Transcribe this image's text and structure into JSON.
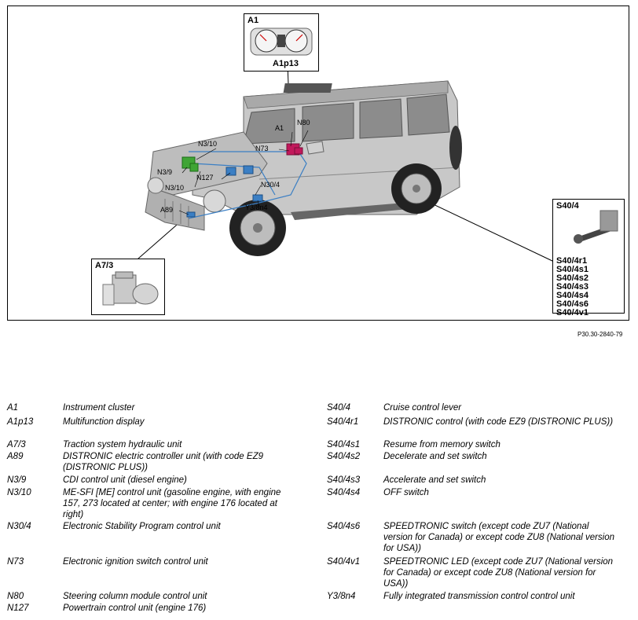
{
  "figure": {
    "reference": "P30.30-2840-79",
    "callouts": {
      "A1": "A1",
      "N80": "N80",
      "N3_10_top": "N3/10",
      "N73": "N73",
      "N3_9": "N3/9",
      "N127": "N127",
      "N3_10_bottom": "N3/10",
      "N30_4": "N30/4",
      "Y3_8n4": "Y3/8n4",
      "A89": "A89"
    },
    "inset_a1": {
      "title": "A1",
      "subtitle": "A1p13"
    },
    "inset_a7_3": {
      "title": "A7/3"
    },
    "inset_s40_4": {
      "title": "S40/4",
      "codes": [
        "S40/4r1",
        "S40/4s1",
        "S40/4s2",
        "S40/4s3",
        "S40/4s4",
        "S40/4s6",
        "S40/4v1"
      ]
    }
  },
  "legend": {
    "left": [
      {
        "code": "A1",
        "desc": "Instrument cluster"
      },
      {
        "code": "A1p13",
        "desc": "Multifunction display"
      },
      {
        "code": "A7/3",
        "desc": "Traction system hydraulic unit"
      },
      {
        "code": "A89",
        "desc": "DISTRONIC electric controller unit (with code EZ9 (DISTRONIC PLUS))"
      },
      {
        "code": "N3/9",
        "desc": "CDI control unit (diesel engine)"
      },
      {
        "code": "N3/10",
        "desc": "ME-SFI [ME] control unit (gasoline engine, with engine 157, 273 located at center; with engine 176 located at right)"
      },
      {
        "code": "N30/4",
        "desc": "Electronic Stability Program control unit"
      },
      {
        "code": "N73",
        "desc": "Electronic ignition switch control unit"
      },
      {
        "code": "N80",
        "desc": "Steering column module control unit"
      },
      {
        "code": "N127",
        "desc": "Powertrain control unit (engine 176)"
      }
    ],
    "right": [
      {
        "code": "S40/4",
        "desc": "Cruise control lever"
      },
      {
        "code": "S40/4r1",
        "desc": "DISTRONIC control (with code EZ9 (DISTRONIC PLUS))"
      },
      {
        "code": "S40/4s1",
        "desc": "Resume from memory switch"
      },
      {
        "code": "S40/4s2",
        "desc": "Decelerate and set switch"
      },
      {
        "code": "S40/4s3",
        "desc": "Accelerate and set switch"
      },
      {
        "code": "S40/4s4",
        "desc": "OFF switch"
      },
      {
        "code": "S40/4s6",
        "desc": "SPEEDTRONIC switch (except code ZU7 (National version for Canada) or except code ZU8 (National version for USA))"
      },
      {
        "code": "S40/4v1",
        "desc": "SPEEDTRONIC LED (except code ZU7 (National version for Canada) or except code ZU8 (National version for USA))"
      },
      {
        "code": "Y3/8n4",
        "desc": "Fully integrated transmission control control unit"
      }
    ]
  }
}
